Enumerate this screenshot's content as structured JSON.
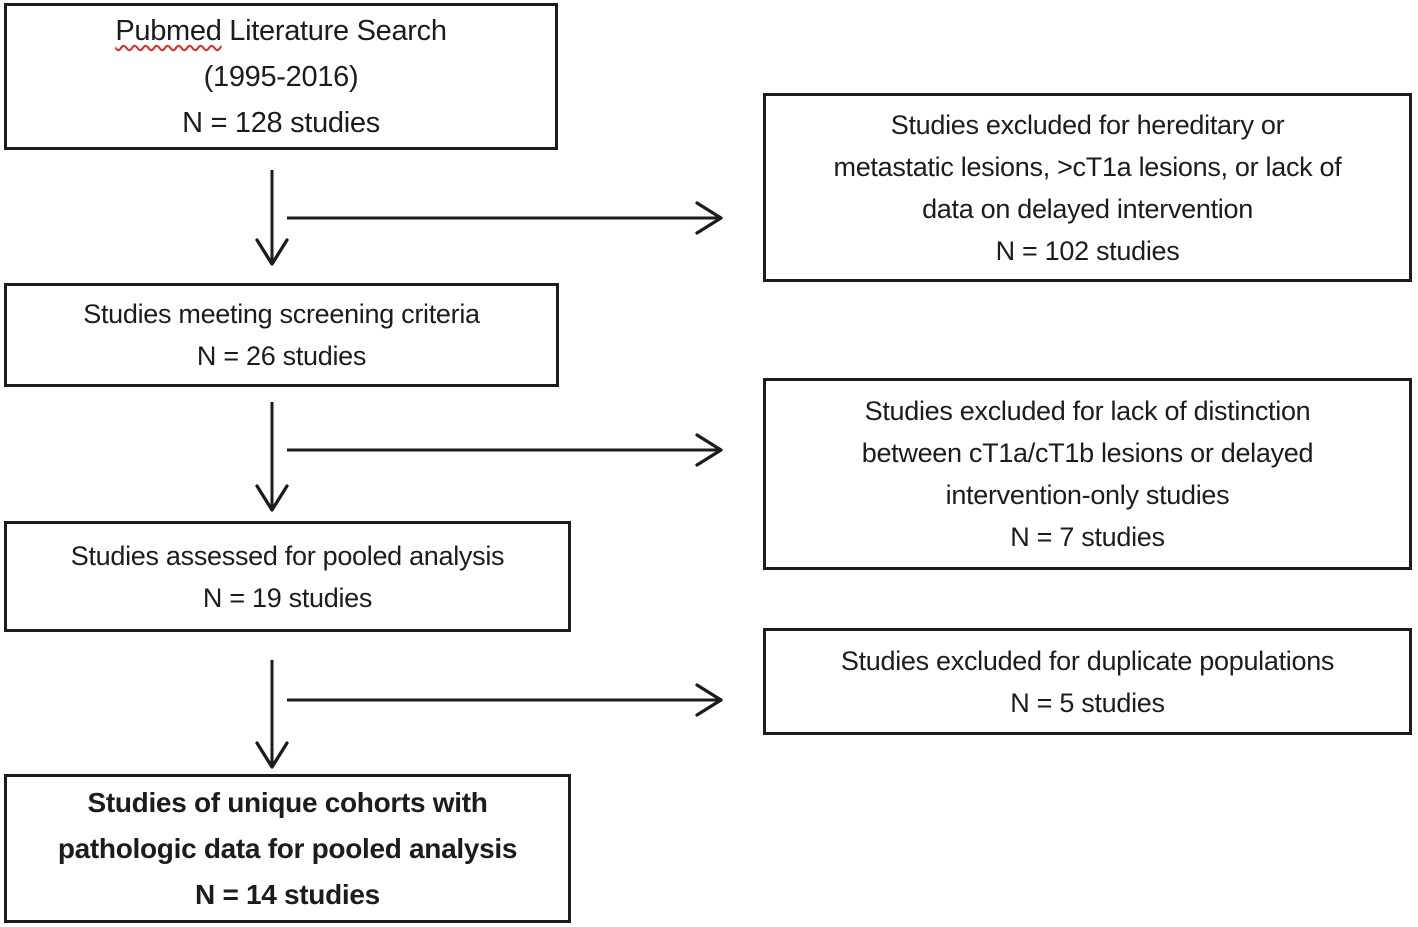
{
  "figure": {
    "background": "#ffffff",
    "ink_color": "#1c1c1c",
    "spellcheck_underline_color": "#e02b20"
  },
  "boxes": {
    "search": {
      "title_word": "Pubmed",
      "title_rest": " Literature Search",
      "line2": "(1995-2016)",
      "line3": "N = 128 studies"
    },
    "excluded_hereditary": {
      "line1": "Studies excluded for hereditary or",
      "line2": "metastatic lesions, >cT1a lesions, or lack of",
      "line3": "data on delayed intervention",
      "line4": "N = 102 studies"
    },
    "screening": {
      "line1": "Studies meeting screening criteria",
      "line2": "N = 26 studies"
    },
    "excluded_distinction": {
      "line1": "Studies excluded for lack of distinction",
      "line2": "between cT1a/cT1b lesions or delayed",
      "line3": "intervention-only studies",
      "line4": "N = 7 studies"
    },
    "assessed": {
      "line1": "Studies assessed for pooled analysis",
      "line2": "N = 19 studies"
    },
    "excluded_duplicate": {
      "line1": "Studies excluded for duplicate populations",
      "line2": "N = 5 studies"
    },
    "final": {
      "line1": "Studies of unique cohorts with",
      "line2": "pathologic data for pooled analysis",
      "line3": "N = 14 studies"
    }
  },
  "flow": {
    "edges": [
      {
        "from": "search",
        "to": "screening",
        "type": "down-arrow"
      },
      {
        "from": "search",
        "to": "excluded_hereditary",
        "type": "right-arrow"
      },
      {
        "from": "screening",
        "to": "assessed",
        "type": "down-arrow"
      },
      {
        "from": "screening",
        "to": "excluded_distinction",
        "type": "right-arrow"
      },
      {
        "from": "assessed",
        "to": "final",
        "type": "down-arrow"
      },
      {
        "from": "assessed",
        "to": "excluded_duplicate",
        "type": "right-arrow"
      }
    ]
  }
}
